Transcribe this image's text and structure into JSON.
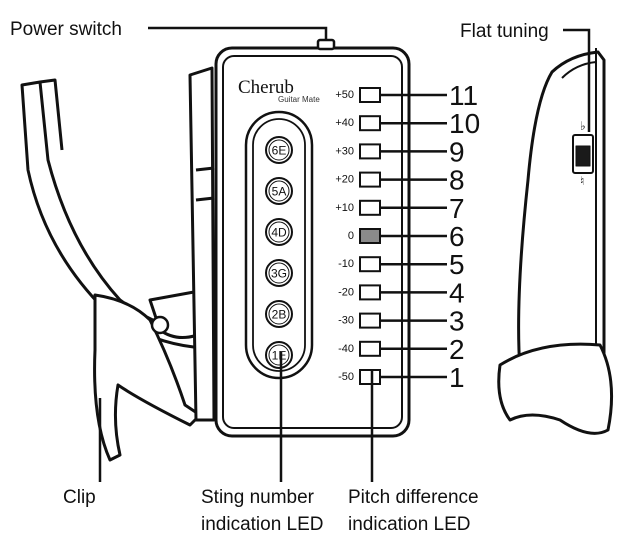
{
  "callouts": {
    "power_switch": "Power switch",
    "flat_tuning": "Flat tuning",
    "clip": "Clip",
    "string_led_line1": "Sting number",
    "string_led_line2": "indication LED",
    "pitch_led_line1": "Pitch difference",
    "pitch_led_line2": "indication LED"
  },
  "logo": {
    "brand": "Cherub",
    "model": "Guitar Mate"
  },
  "string_leds": [
    "6E",
    "5A",
    "4D",
    "3G",
    "2B",
    "1E"
  ],
  "pitch_leds": [
    {
      "scale": "+50",
      "number": "11",
      "lit": false
    },
    {
      "scale": "+40",
      "number": "10",
      "lit": false
    },
    {
      "scale": "+30",
      "number": "9",
      "lit": false
    },
    {
      "scale": "+20",
      "number": "8",
      "lit": false
    },
    {
      "scale": "+10",
      "number": "7",
      "lit": false
    },
    {
      "scale": "0",
      "number": "6",
      "lit": true
    },
    {
      "scale": "-10",
      "number": "5",
      "lit": false
    },
    {
      "scale": "-20",
      "number": "4",
      "lit": false
    },
    {
      "scale": "-30",
      "number": "3",
      "lit": false
    },
    {
      "scale": "-40",
      "number": "2",
      "lit": false
    },
    {
      "scale": "-50",
      "number": "1",
      "lit": false
    }
  ],
  "flat_symbols": {
    "top": "♭",
    "bottom": "♮"
  },
  "colors": {
    "ink": "#111111",
    "lit_led": "#8a8a8a",
    "unlit_led": "#ffffff"
  }
}
